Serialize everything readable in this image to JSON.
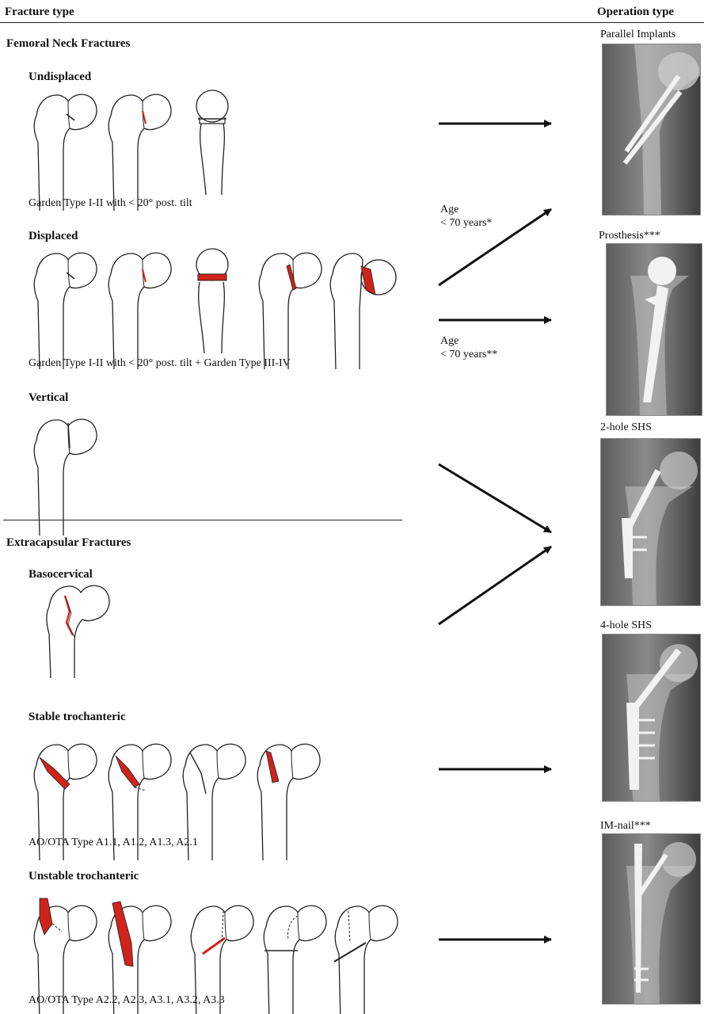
{
  "headers": {
    "fracture_type": "Fracture type",
    "operation_type": "Operation type"
  },
  "sections": {
    "femoral_neck": "Femoral Neck Fractures",
    "extracapsular": "Extracapsular Fractures"
  },
  "subsections": {
    "undisplaced": {
      "title": "Undisplaced",
      "caption": "Garden Type I-II with < 20° post. tilt"
    },
    "displaced": {
      "title": "Displaced",
      "caption": "Garden Type I-II with < 20° post. tilt + Garden Type III-IV"
    },
    "vertical": {
      "title": "Vertical"
    },
    "basocervical": {
      "title": "Basocervical"
    },
    "stable": {
      "title": "Stable trochanteric",
      "caption": "AO/OTA Type A1.1, A1.2, A1.3, A2.1"
    },
    "unstable": {
      "title": "Unstable trochanteric",
      "caption": "AO/OTA Type A2.2, A2.3, A3.1, A3.2, A3.3"
    }
  },
  "age_labels": {
    "upper": {
      "line1": "Age",
      "line2": "< 70 years*"
    },
    "lower": {
      "line1": "Age",
      "line2": "< 70 years**"
    }
  },
  "operations": [
    {
      "label": "Parallel Implants",
      "implant": "parallel-screws"
    },
    {
      "label": "Prosthesis***",
      "implant": "hemiarthroplasty"
    },
    {
      "label": "2-hole SHS",
      "implant": "sliding-hip-screw-2"
    },
    {
      "label": "4-hole SHS",
      "implant": "sliding-hip-screw-4"
    },
    {
      "label": "IM-nail***",
      "implant": "intramedullary-nail"
    }
  ],
  "colors": {
    "fracture_fill": "#d0231b",
    "xray_bone": "#cfcfcf",
    "implant": "#f2f2f2"
  }
}
